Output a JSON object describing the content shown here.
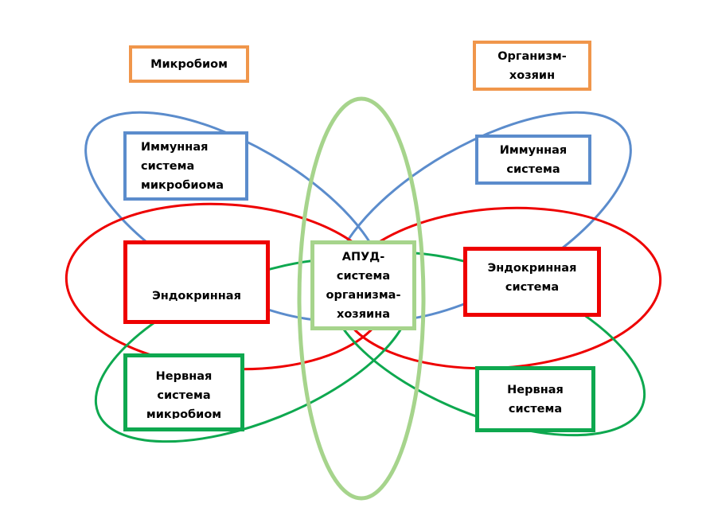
{
  "colors": {
    "orange": "#f0964b",
    "blue": "#5b8ccc",
    "red": "#ee0000",
    "green": "#0ea84f",
    "light_green": "#a6d48c"
  },
  "headers": {
    "microbiome": {
      "lines": [
        "Микробиом"
      ]
    },
    "host": {
      "lines": [
        "Организм-",
        "хозяин"
      ]
    }
  },
  "left": {
    "immune": {
      "lines": [
        "Иммунная",
        "система",
        "микробиома"
      ]
    },
    "endocrine": {
      "lines": [
        "Эндокринная"
      ]
    },
    "nervous": {
      "lines": [
        "Нервная",
        "система",
        "микробиом"
      ]
    }
  },
  "center": {
    "apud": {
      "lines": [
        "АПУД-",
        "система",
        "организма-",
        "хозяина"
      ]
    }
  },
  "right": {
    "immune": {
      "lines": [
        "Иммунная",
        "система"
      ]
    },
    "endocrine": {
      "lines": [
        "Эндокринная",
        "система"
      ]
    },
    "nervous": {
      "lines": [
        "Нервная",
        "система"
      ]
    }
  }
}
